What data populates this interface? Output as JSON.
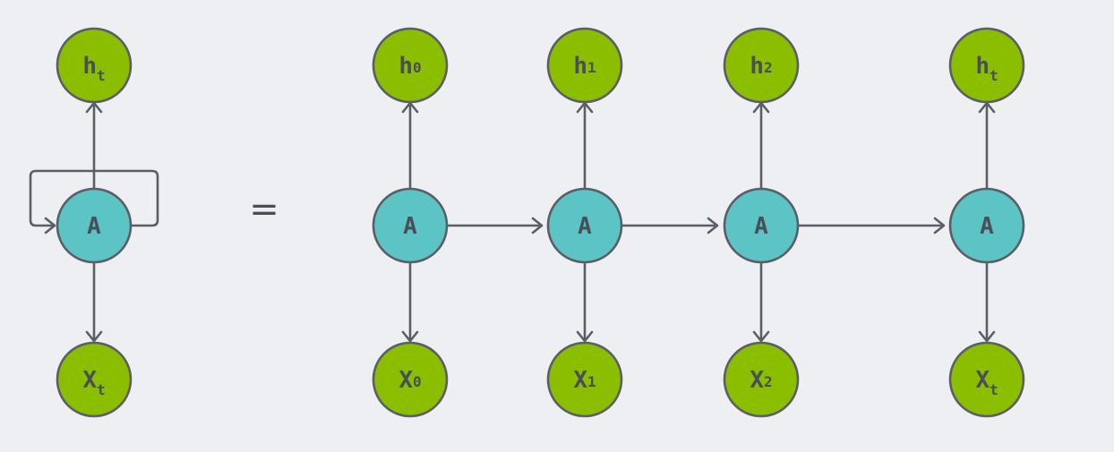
{
  "colors": {
    "output_node": "#8cbe00",
    "input_node": "#8cbe00",
    "cell_node": "#5cc4c4",
    "edge": "#5a5e66",
    "label": "#4a4f57",
    "background": "#eeeff2"
  },
  "equals_sign": "=",
  "folded": {
    "output": {
      "main": "h",
      "sub": "t"
    },
    "cell": {
      "main": "A"
    },
    "input": {
      "main": "X",
      "sub": "t"
    }
  },
  "unrolled": [
    {
      "output": {
        "main": "h",
        "sub": "0"
      },
      "cell": {
        "main": "A"
      },
      "input": {
        "main": "X",
        "sub": "0"
      }
    },
    {
      "output": {
        "main": "h",
        "sub": "1"
      },
      "cell": {
        "main": "A"
      },
      "input": {
        "main": "X",
        "sub": "1"
      }
    },
    {
      "output": {
        "main": "h",
        "sub": "2"
      },
      "cell": {
        "main": "A"
      },
      "input": {
        "main": "X",
        "sub": "2"
      }
    },
    {
      "output": {
        "main": "h",
        "sub": "t"
      },
      "cell": {
        "main": "A"
      },
      "input": {
        "main": "X",
        "sub": "t"
      }
    }
  ]
}
